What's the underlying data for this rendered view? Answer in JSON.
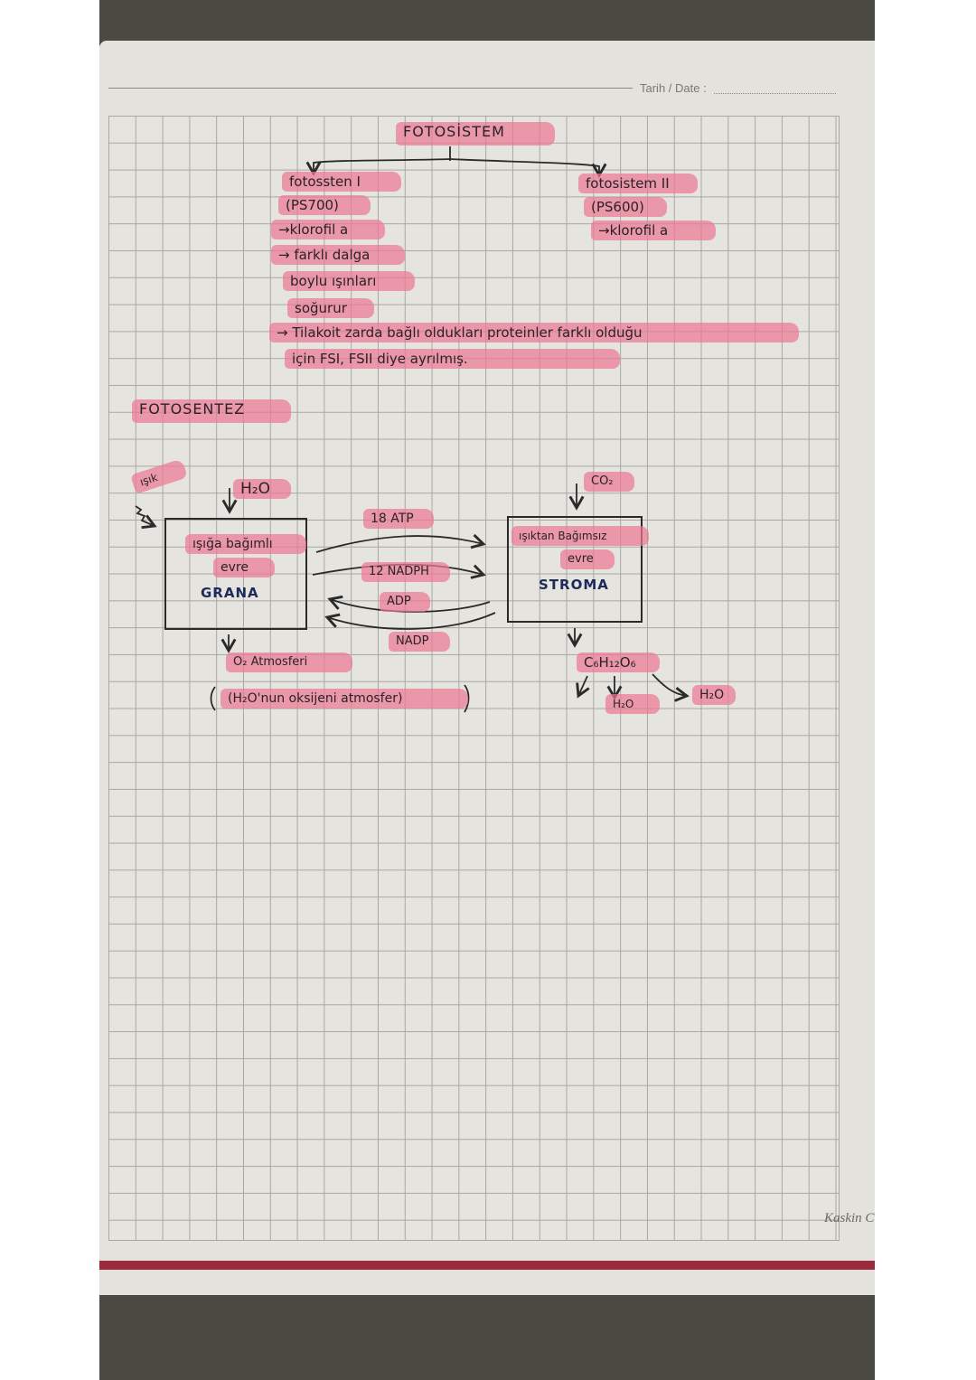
{
  "page": {
    "header": {
      "date_label": "Tarih / Date :"
    },
    "brand": "Kaskin C"
  },
  "fotosistem": {
    "title": "FOTOSİSTEM",
    "ps1": {
      "title": "fotossten I",
      "code": "(PS700)",
      "lines": [
        "→klorofil a",
        "→ farklı dalga",
        "boylu ışınları",
        "soğurur"
      ]
    },
    "ps2": {
      "title": "fotosistem II",
      "code": "(PS600)",
      "lines": [
        "→klorofil a"
      ]
    },
    "note": {
      "line1": "→ Tilakoit  zarda bağlı oldukları proteinler farklı olduğu",
      "line2": "için     FSI,  FSII diye  ayrılmış."
    }
  },
  "fotosentez": {
    "title": "FOTOSENTEZ",
    "inputs": {
      "light": "ışık",
      "water": "H₂O",
      "co2": "CO₂"
    },
    "left_box": {
      "label1": "ışığa bağımlı",
      "label2": "evre",
      "location": "GRANA"
    },
    "right_box": {
      "label1": "ışıktan Bağımsız",
      "label2": "evre",
      "location": "STROMA"
    },
    "transfer": {
      "atp": "18 ATP",
      "nadph": "12 NADPH",
      "adp": "ADP",
      "nadp": "NADP"
    },
    "left_output": {
      "o2": "O₂ Atmosferi",
      "note": "(H₂O'nun oksijeni atmosfer)"
    },
    "right_output": {
      "glucose": "C₆H₁₂O₆",
      "water1": "H₂O",
      "water2": "H₂O"
    }
  }
}
